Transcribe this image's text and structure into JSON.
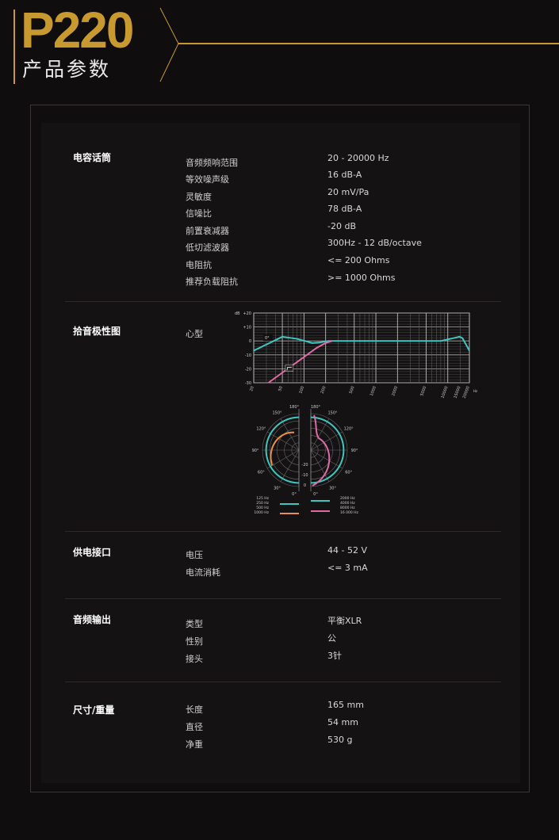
{
  "header": {
    "model": "P220",
    "subtitle": "产品参数",
    "accent_color": "#c8992e"
  },
  "sections": [
    {
      "title": "电容话筒",
      "rows": [
        {
          "key": "音频频响范围",
          "value": "20 - 20000 Hz"
        },
        {
          "key": "等效噪声级",
          "value": "16 dB-A"
        },
        {
          "key": "灵敏度",
          "value": "20 mV/Pa"
        },
        {
          "key": "信噪比",
          "value": "78 dB-A"
        },
        {
          "key": "前置衰减器",
          "value": "-20 dB"
        },
        {
          "key": "低切滤波器",
          "value": "300Hz - 12 dB/octave"
        },
        {
          "key": "电阻抗",
          "value": "<= 200 Ohms"
        },
        {
          "key": "推荐负载阻抗",
          "value": ">= 1000 Ohms"
        }
      ]
    },
    {
      "title": "拾音极性图",
      "rows": [
        {
          "key": "心型",
          "value": ""
        }
      ]
    },
    {
      "title": "供电接口",
      "rows": [
        {
          "key": "电压",
          "value": "44 - 52 V"
        },
        {
          "key": "电流消耗",
          "value": "<= 3 mA"
        }
      ]
    },
    {
      "title": "音频输出",
      "rows": [
        {
          "key": "类型",
          "value": "平衡XLR"
        },
        {
          "key": "性别",
          "value": "公"
        },
        {
          "key": "接头",
          "value": "3针"
        }
      ]
    },
    {
      "title": "尺寸/重量",
      "rows": [
        {
          "key": "长度",
          "value": "165 mm"
        },
        {
          "key": "直径",
          "value": "54 mm"
        },
        {
          "key": "净重",
          "value": "530 g"
        }
      ]
    }
  ],
  "freq_chart": {
    "y_unit": "dB",
    "x_unit": "Hz",
    "y_ticks": [
      "+20",
      "+10",
      "0",
      "-10",
      "-20",
      "-30"
    ],
    "x_ticks": [
      "20",
      "50",
      "100",
      "200",
      "500",
      "1000",
      "2000",
      "5000",
      "10000",
      "15000",
      "20000"
    ],
    "angle_label": "0°",
    "colors": {
      "response": "#3cc8c0",
      "low_cut": "#e06aa6"
    }
  },
  "polar_chart": {
    "angles_left": [
      "180°",
      "150°",
      "120°",
      "90°",
      "60°",
      "30°",
      "0°"
    ],
    "angles_right": [
      "180°",
      "150°",
      "120°",
      "90°",
      "60°",
      "30°",
      "0°"
    ],
    "rings": [
      "-20",
      "-10",
      "0"
    ],
    "legend_left": [
      "125 Hz",
      "250 Hz",
      "500 Hz",
      "1000 Hz"
    ],
    "legend_right": [
      "2000 Hz",
      "4000 Hz",
      "8000 Hz",
      "16 000 Hz"
    ],
    "colors": {
      "cyan": "#3cc8c0",
      "orange": "#e8904a",
      "pink": "#e06aa6"
    }
  }
}
